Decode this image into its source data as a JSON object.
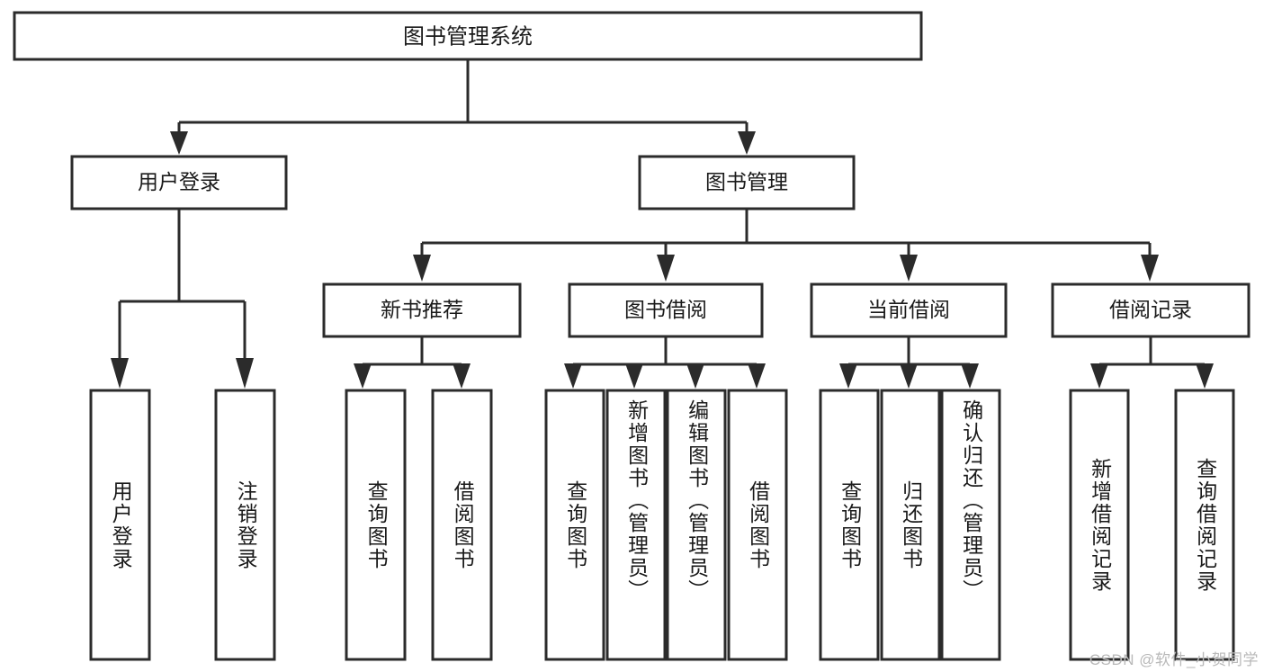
{
  "diagram": {
    "type": "tree-hierarchy",
    "title": "图书管理系统",
    "watermark": "CSDN @软件_小贺同学",
    "colors": {
      "line": "#2b2b2b",
      "box_fill": "#ffffff",
      "text": "#1a1a1a",
      "watermark": "#b9b9b9",
      "background": "#ffffff"
    },
    "root": {
      "label": "图书管理系统"
    },
    "level2": [
      {
        "label": "用户登录"
      },
      {
        "label": "图书管理"
      }
    ],
    "level3": [
      {
        "label": "新书推荐"
      },
      {
        "label": "图书借阅"
      },
      {
        "label": "当前借阅"
      },
      {
        "label": "借阅记录"
      }
    ],
    "leaves": {
      "user_login": [
        {
          "label": "用户登录"
        },
        {
          "label": "注销登录"
        }
      ],
      "new_book_recommend": [
        {
          "label": "查询图书"
        },
        {
          "label": "借阅图书"
        }
      ],
      "book_borrow": [
        {
          "label": "查询图书"
        },
        {
          "label": "新增图书（管理员）"
        },
        {
          "label": "编辑图书（管理员）"
        },
        {
          "label": "借阅图书"
        }
      ],
      "current_borrow": [
        {
          "label": "查询图书"
        },
        {
          "label": "归还图书"
        },
        {
          "label": "确认归还（管理员）"
        }
      ],
      "borrow_record": [
        {
          "label": "新增借阅记录"
        },
        {
          "label": "查询借阅记录"
        }
      ]
    }
  }
}
